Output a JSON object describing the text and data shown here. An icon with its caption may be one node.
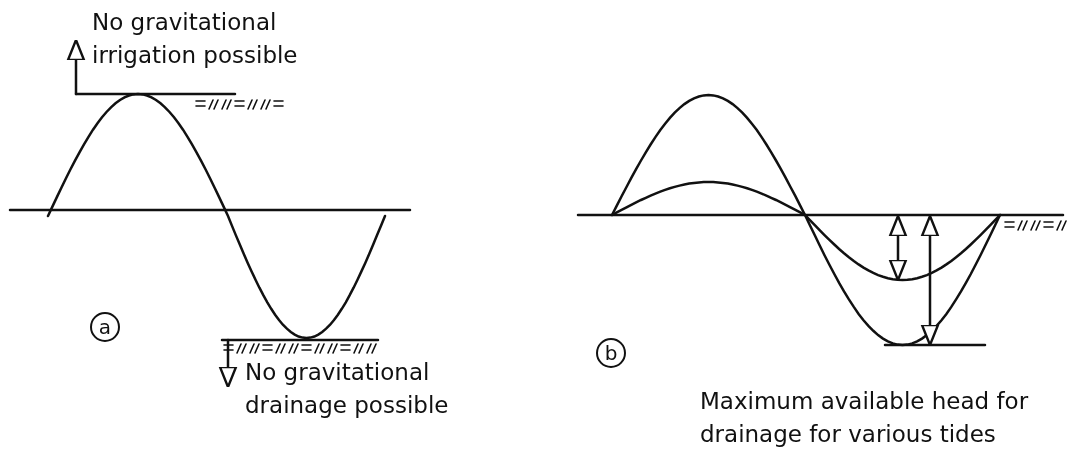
{
  "diagram": {
    "nodes": [
      {
        "text": [
          "a"
        ]
      },
      {
        "text": [
          "b"
        ]
      }
    ],
    "labels": [
      "No gravitational irrigation possible",
      "No gravitational drainage possible",
      "Maximum available head for drainage for various tides"
    ]
  }
}
